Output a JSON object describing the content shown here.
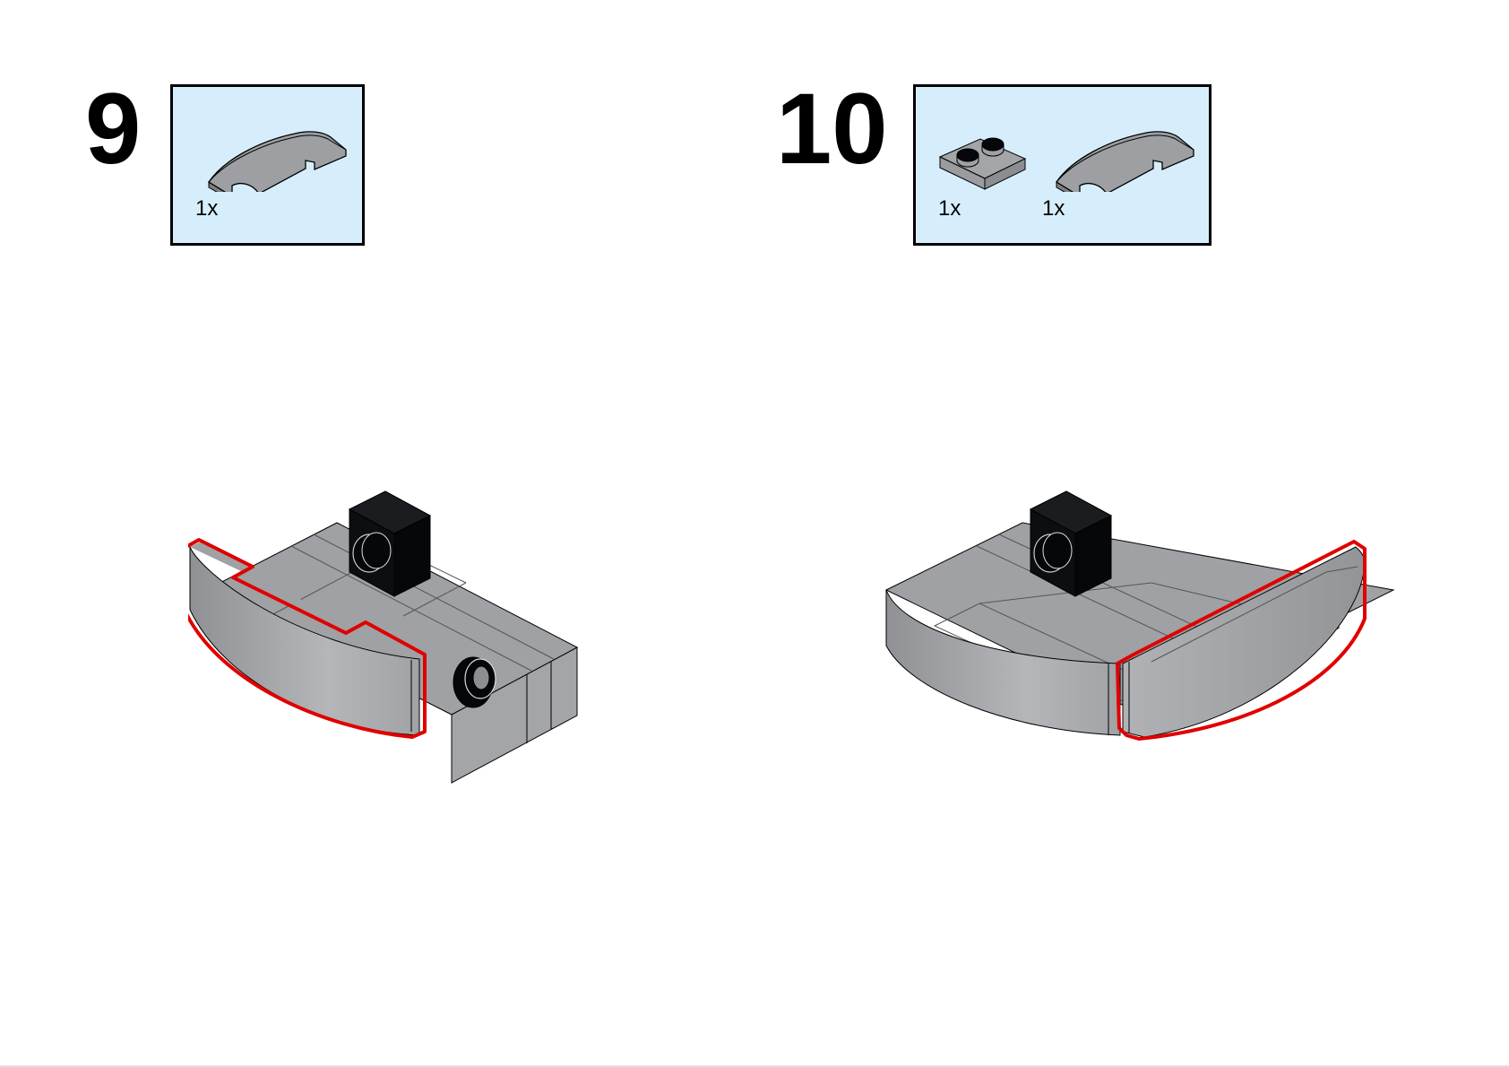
{
  "steps": [
    {
      "number": "9",
      "parts": [
        {
          "icon": "curved-slope-1x4-icon",
          "color": "#a3a5a8",
          "quantity": "1x"
        }
      ],
      "model_icon": "assembly-step-9-icon"
    },
    {
      "number": "10",
      "parts": [
        {
          "icon": "plate-1x2-icon",
          "color": "#a3a5a8",
          "quantity": "1x"
        },
        {
          "icon": "curved-slope-1x4-icon",
          "color": "#a3a5a8",
          "quantity": "1x"
        }
      ],
      "model_icon": "assembly-step-10-icon"
    }
  ],
  "colors": {
    "parts_box_background": "#d6eefc",
    "brick_gray": "#a3a5a8",
    "brick_black": "#05070a",
    "highlight_red": "#e00000"
  }
}
